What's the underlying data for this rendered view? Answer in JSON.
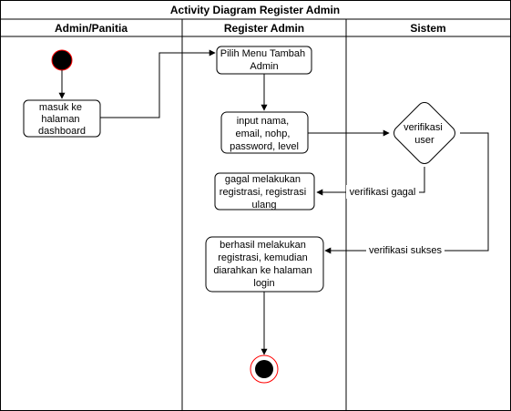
{
  "diagram": {
    "title": "Activity Diagram Register Admin",
    "lanes": [
      {
        "id": "admin",
        "label": "Admin/Panitia"
      },
      {
        "id": "register",
        "label": "Register Admin"
      },
      {
        "id": "sistem",
        "label": "Sistem"
      }
    ],
    "nodes": {
      "dashboard": {
        "lines": [
          "masuk ke",
          "halaman",
          "dashboard"
        ]
      },
      "menu": {
        "lines": [
          "Pilih Menu Tambah",
          "Admin"
        ]
      },
      "input": {
        "lines": [
          "input nama,",
          "email, nohp,",
          "password, level"
        ]
      },
      "verify": {
        "lines": [
          "verifikasi",
          "user"
        ]
      },
      "fail": {
        "lines": [
          "gagal melakukan",
          "registrasi, registrasi",
          "ulang"
        ]
      },
      "success": {
        "lines": [
          "berhasil melakukan",
          "registrasi, kemudian",
          "diarahkan ke halaman",
          "login"
        ]
      }
    },
    "edges": {
      "fail_label": "verifikasi gagal",
      "success_label": "verifikasi sukses"
    },
    "colors": {
      "line": "#000000",
      "start_fill": "#000000",
      "start_stroke": "#ff0000",
      "background": "#ffffff"
    }
  }
}
